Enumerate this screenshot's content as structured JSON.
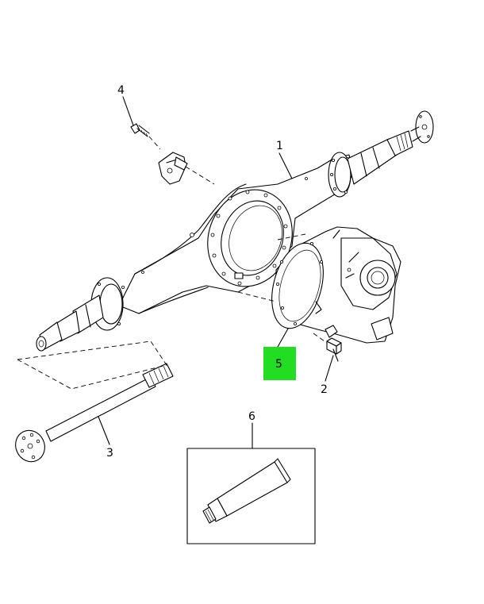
{
  "callouts": [
    {
      "id": "1",
      "label": "1"
    },
    {
      "id": "2",
      "label": "2"
    },
    {
      "id": "3",
      "label": "3"
    },
    {
      "id": "4",
      "label": "4"
    },
    {
      "id": "5",
      "label": "5"
    },
    {
      "id": "6",
      "label": "6"
    }
  ],
  "highlight": {
    "callout": "5",
    "color": "#22dd22"
  }
}
